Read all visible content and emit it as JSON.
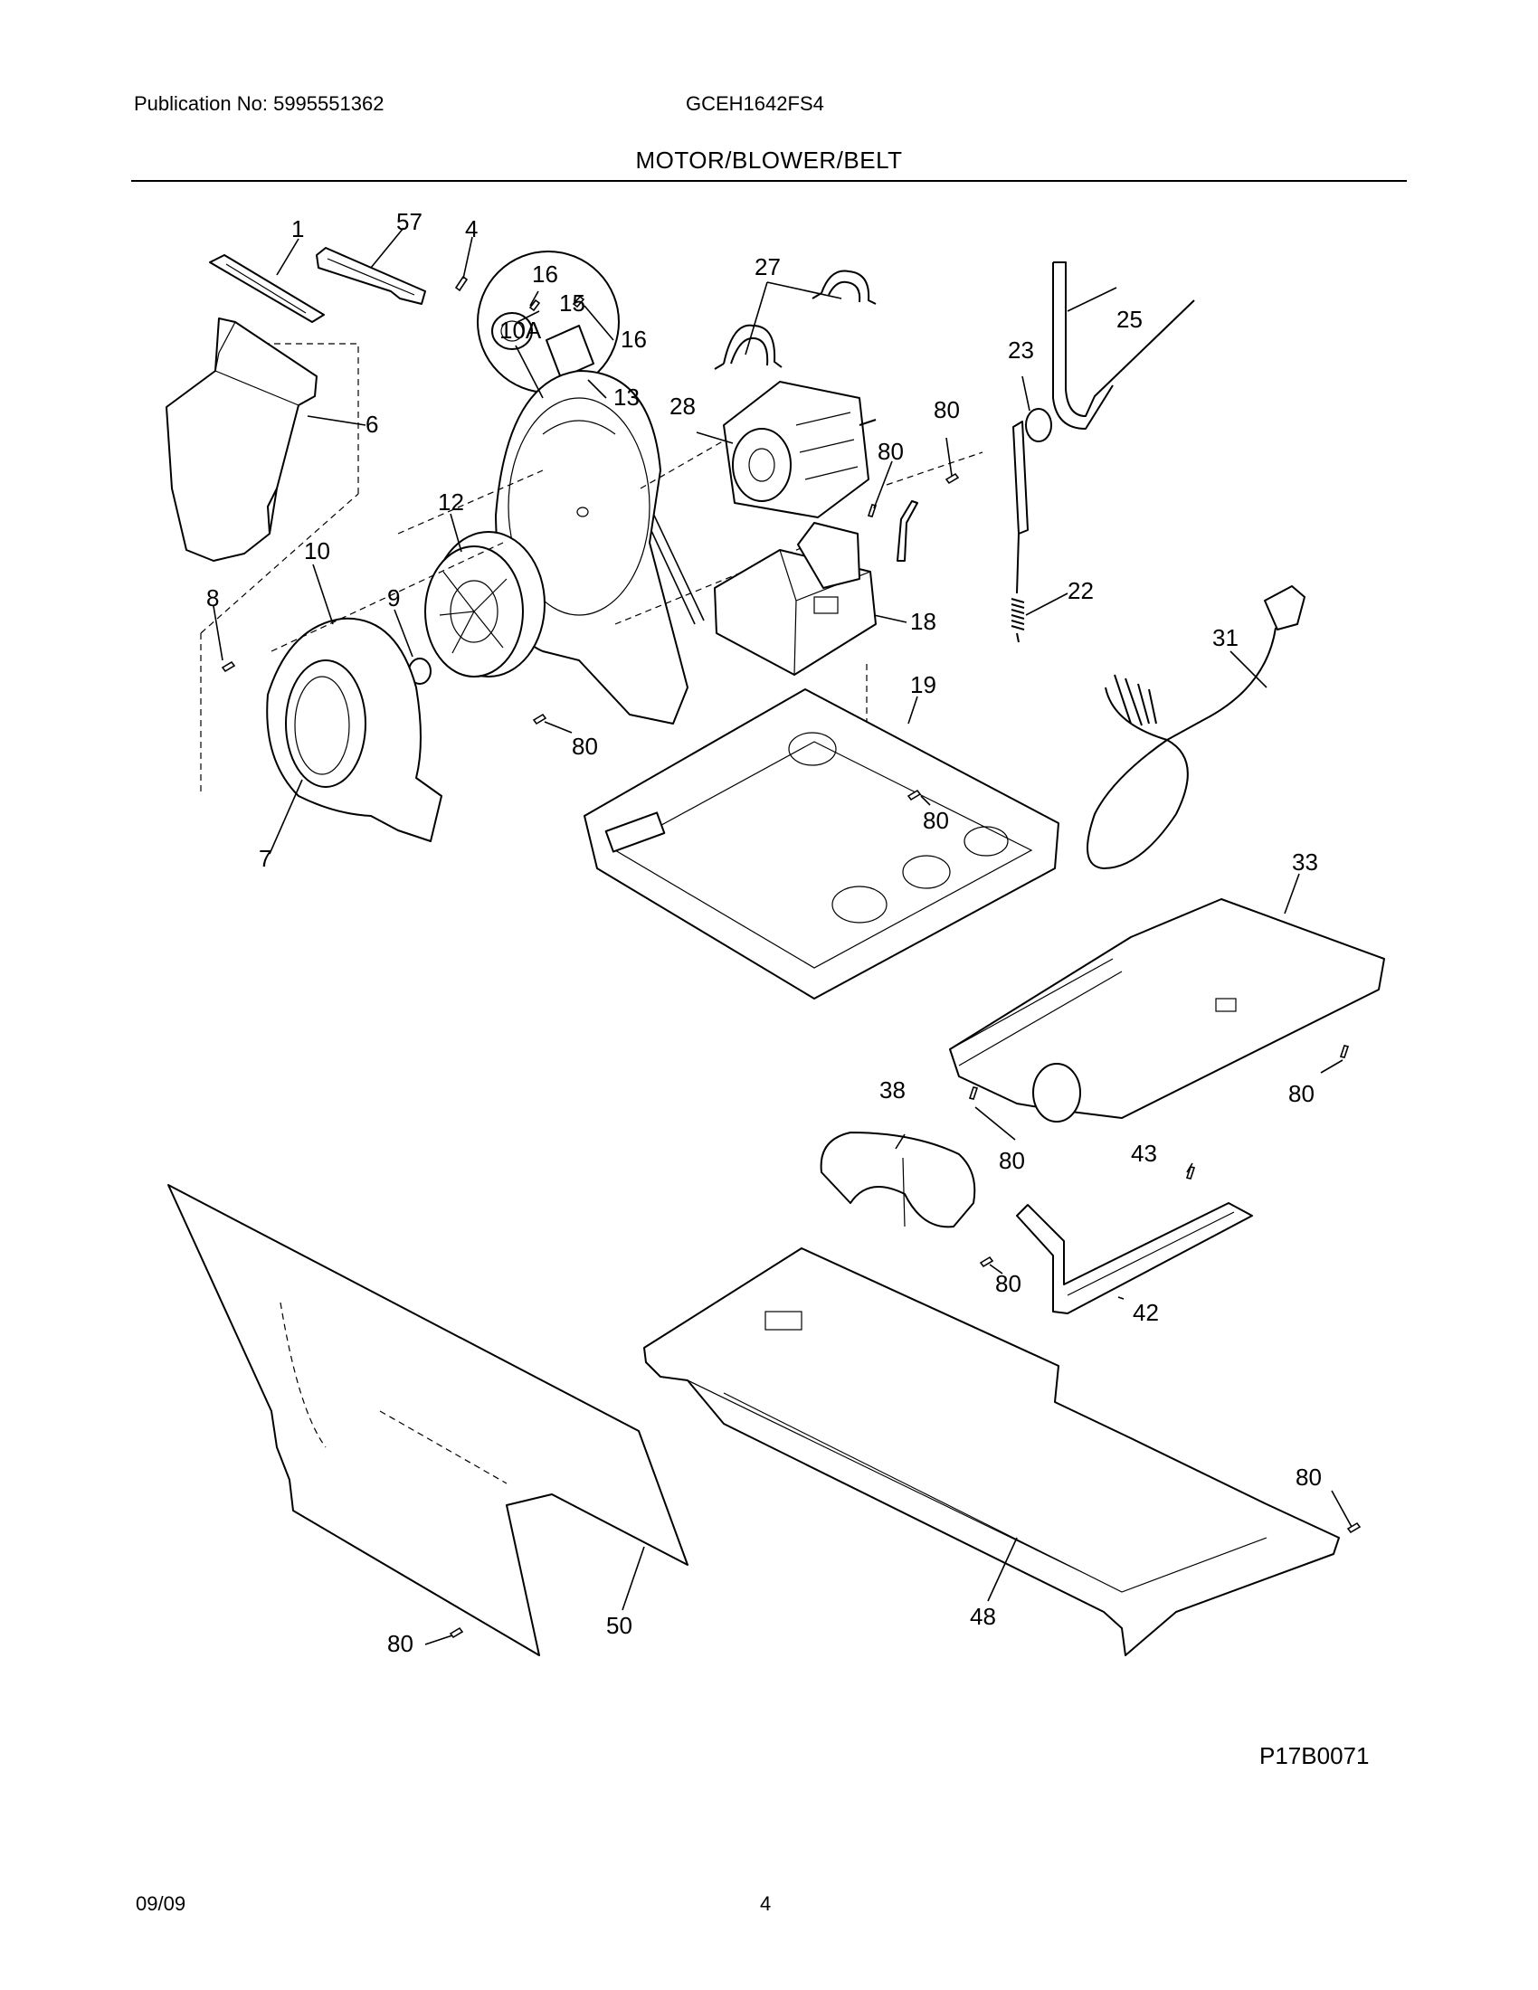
{
  "header": {
    "publication": "Publication No: 5995551362",
    "model": "GCEH1642FS4",
    "section_title": "MOTOR/BLOWER/BELT"
  },
  "diagram": {
    "callouts": {
      "c1": "1",
      "c57": "57",
      "c4": "4",
      "c16a": "16",
      "c15": "15",
      "c16b": "16",
      "c13": "13",
      "c6": "6",
      "c10a": "10A",
      "c12": "12",
      "c10": "10",
      "c8": "8",
      "c9": "9",
      "c80a": "80",
      "c7": "7",
      "c27": "27",
      "c28": "28",
      "c80b": "80",
      "c80c": "80",
      "c23": "23",
      "c25": "25",
      "c18": "18",
      "c22": "22",
      "c31": "31",
      "c19": "19",
      "c80d": "80",
      "c33": "33",
      "c80e": "80",
      "c38": "38",
      "c80f": "80",
      "c43": "43",
      "c80g": "80",
      "c42": "42",
      "c50": "50",
      "c80h": "80",
      "c48": "48",
      "c80i": "80"
    },
    "figure_id": "P17B0071"
  },
  "footer": {
    "date": "09/09",
    "page": "4"
  }
}
